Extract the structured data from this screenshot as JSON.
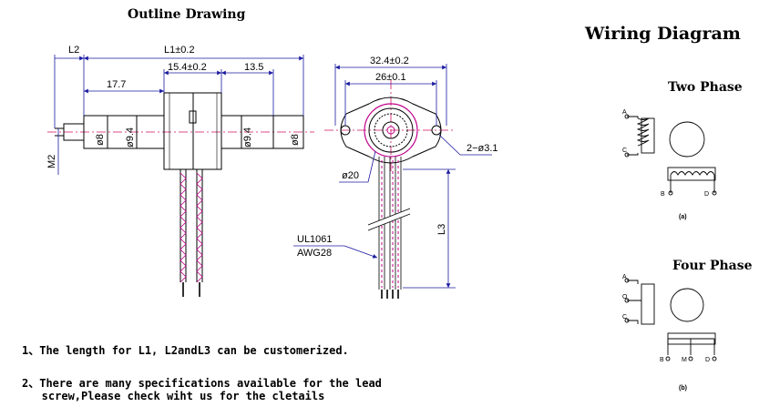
{
  "outline": {
    "title": "Outline Drawing",
    "dims": {
      "l2": "L2",
      "l1": "L1±0.2",
      "body_width": "15.4±0.2",
      "right_shaft": "13.5",
      "left_shaft": "17.7",
      "dia8_left": "ø8",
      "dia94_left": "ø9.4",
      "dia94_right": "ø9.4",
      "dia8_right": "ø8",
      "m2": "M2"
    }
  },
  "front": {
    "dims": {
      "overall": "32.4±0.2",
      "hole_pitch": "26±0.1",
      "holes": "2−ø3.1",
      "boss": "ø20",
      "lead_len": "L3",
      "wire_type": "UL1061",
      "wire_gauge": "AWG28"
    }
  },
  "wiring": {
    "title": "Wiring Diagram",
    "two_phase": {
      "title": "Two Phase",
      "pins": [
        "A",
        "C",
        "B",
        "D"
      ],
      "caption": "(a)"
    },
    "four_phase": {
      "title": "Four Phase",
      "pins": [
        "A",
        "O",
        "C",
        "B",
        "M",
        "D"
      ],
      "caption": "(b)"
    }
  },
  "notes": [
    "1、The length for L1, L2andL3 can be customerized.",
    "2、There are many specifications available for the lead\n   screw,Please check wiht us for the cletails"
  ],
  "colors": {
    "line": "#000000",
    "dimension": "#1a1aa0",
    "center_line": "#d01060",
    "highlight": "#c0008a"
  }
}
